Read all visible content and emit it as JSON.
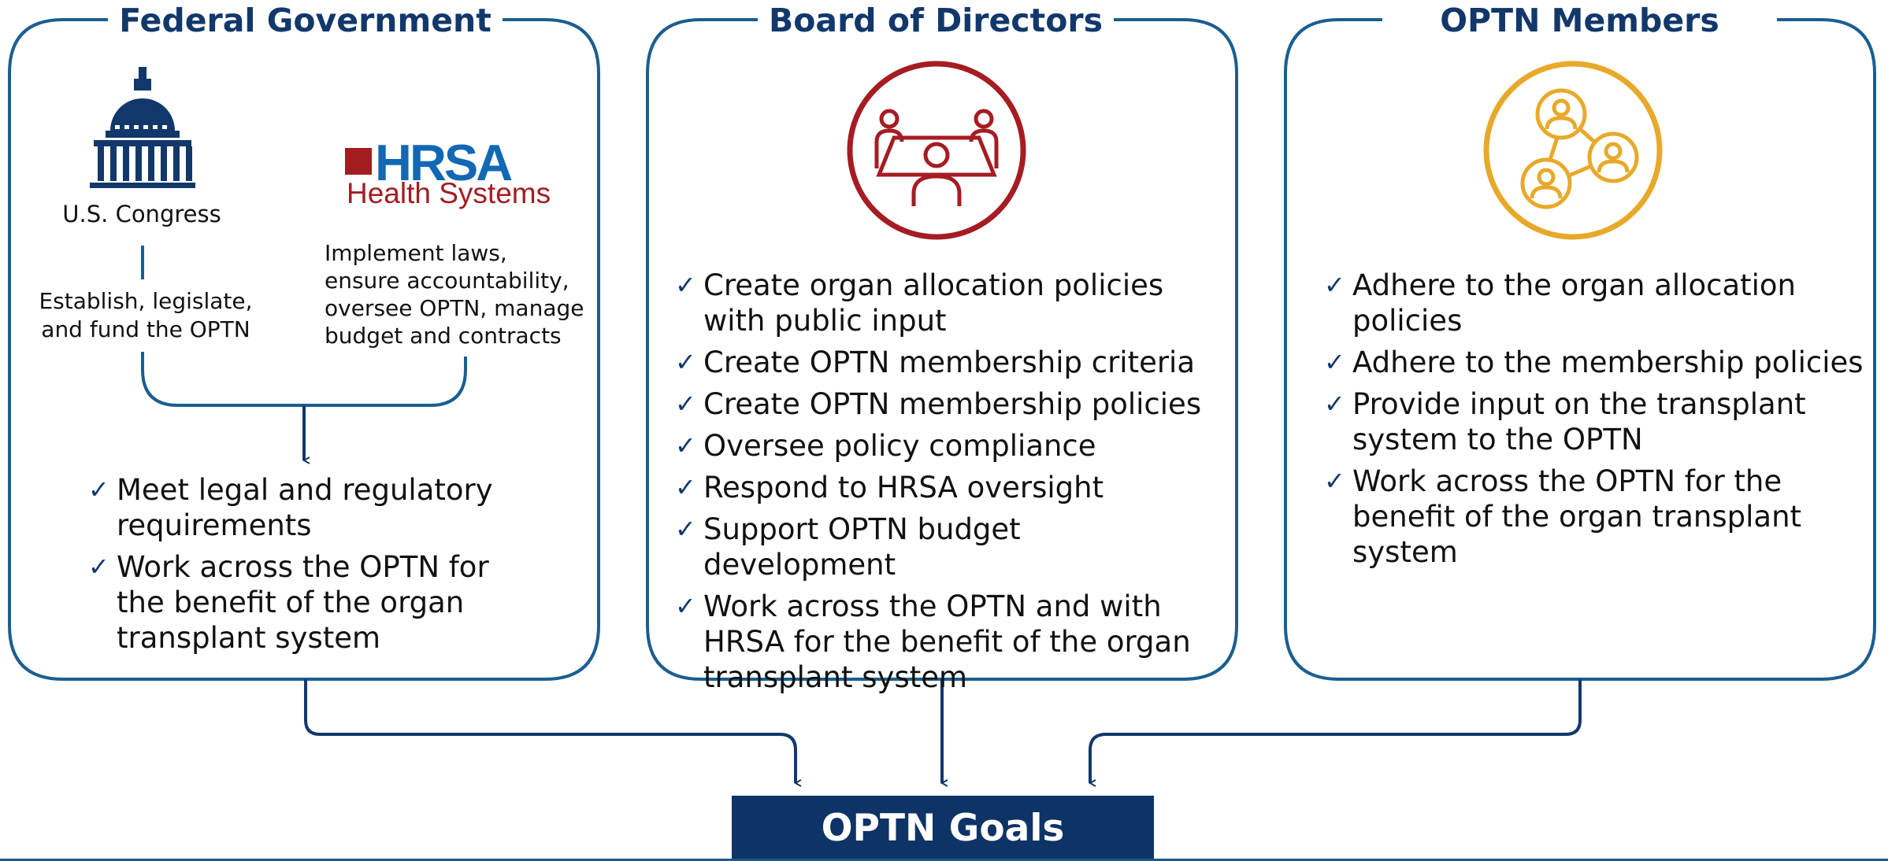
{
  "colors": {
    "navy": "#12386b",
    "panel_border": "#1b5e91",
    "board_icon": "#a51c22",
    "members_icon": "#e8a92a",
    "goals_bg": "#0e3366",
    "hrsa_blue": "#1268b3",
    "hrsa_red": "#a21d22"
  },
  "panels": [
    {
      "title": "Federal Government",
      "congress": {
        "icon": "capitol-dome-icon",
        "label": "U.S. Congress",
        "description": "Establish, legislate, and fund the OPTN"
      },
      "hrsa": {
        "logo_text": "HRSA",
        "logo_subtext": "Health Systems",
        "description": "Implement laws, ensure accountability, oversee OPTN, manage budget and contracts"
      },
      "items": [
        "Meet legal and regulatory requirements",
        "Work across the OPTN for the benefit of the organ transplant system"
      ]
    },
    {
      "title": "Board of Directors",
      "icon": "meeting-table-icon",
      "items": [
        "Create organ allocation policies with public input",
        "Create OPTN membership criteria",
        "Create OPTN membership policies",
        "Oversee policy compliance",
        "Respond to HRSA oversight",
        "Support OPTN budget development",
        "Work across the OPTN and with HRSA for the benefit of the organ transplant system"
      ]
    },
    {
      "title": "OPTN Members",
      "icon": "network-people-icon",
      "items": [
        "Adhere to the organ allocation policies",
        "Adhere to the membership policies",
        "Provide input on the transplant system to the OPTN",
        "Work across the OPTN for the benefit of the organ transplant system"
      ]
    }
  ],
  "check_glyph": "✓",
  "goals_label": "OPTN Goals"
}
